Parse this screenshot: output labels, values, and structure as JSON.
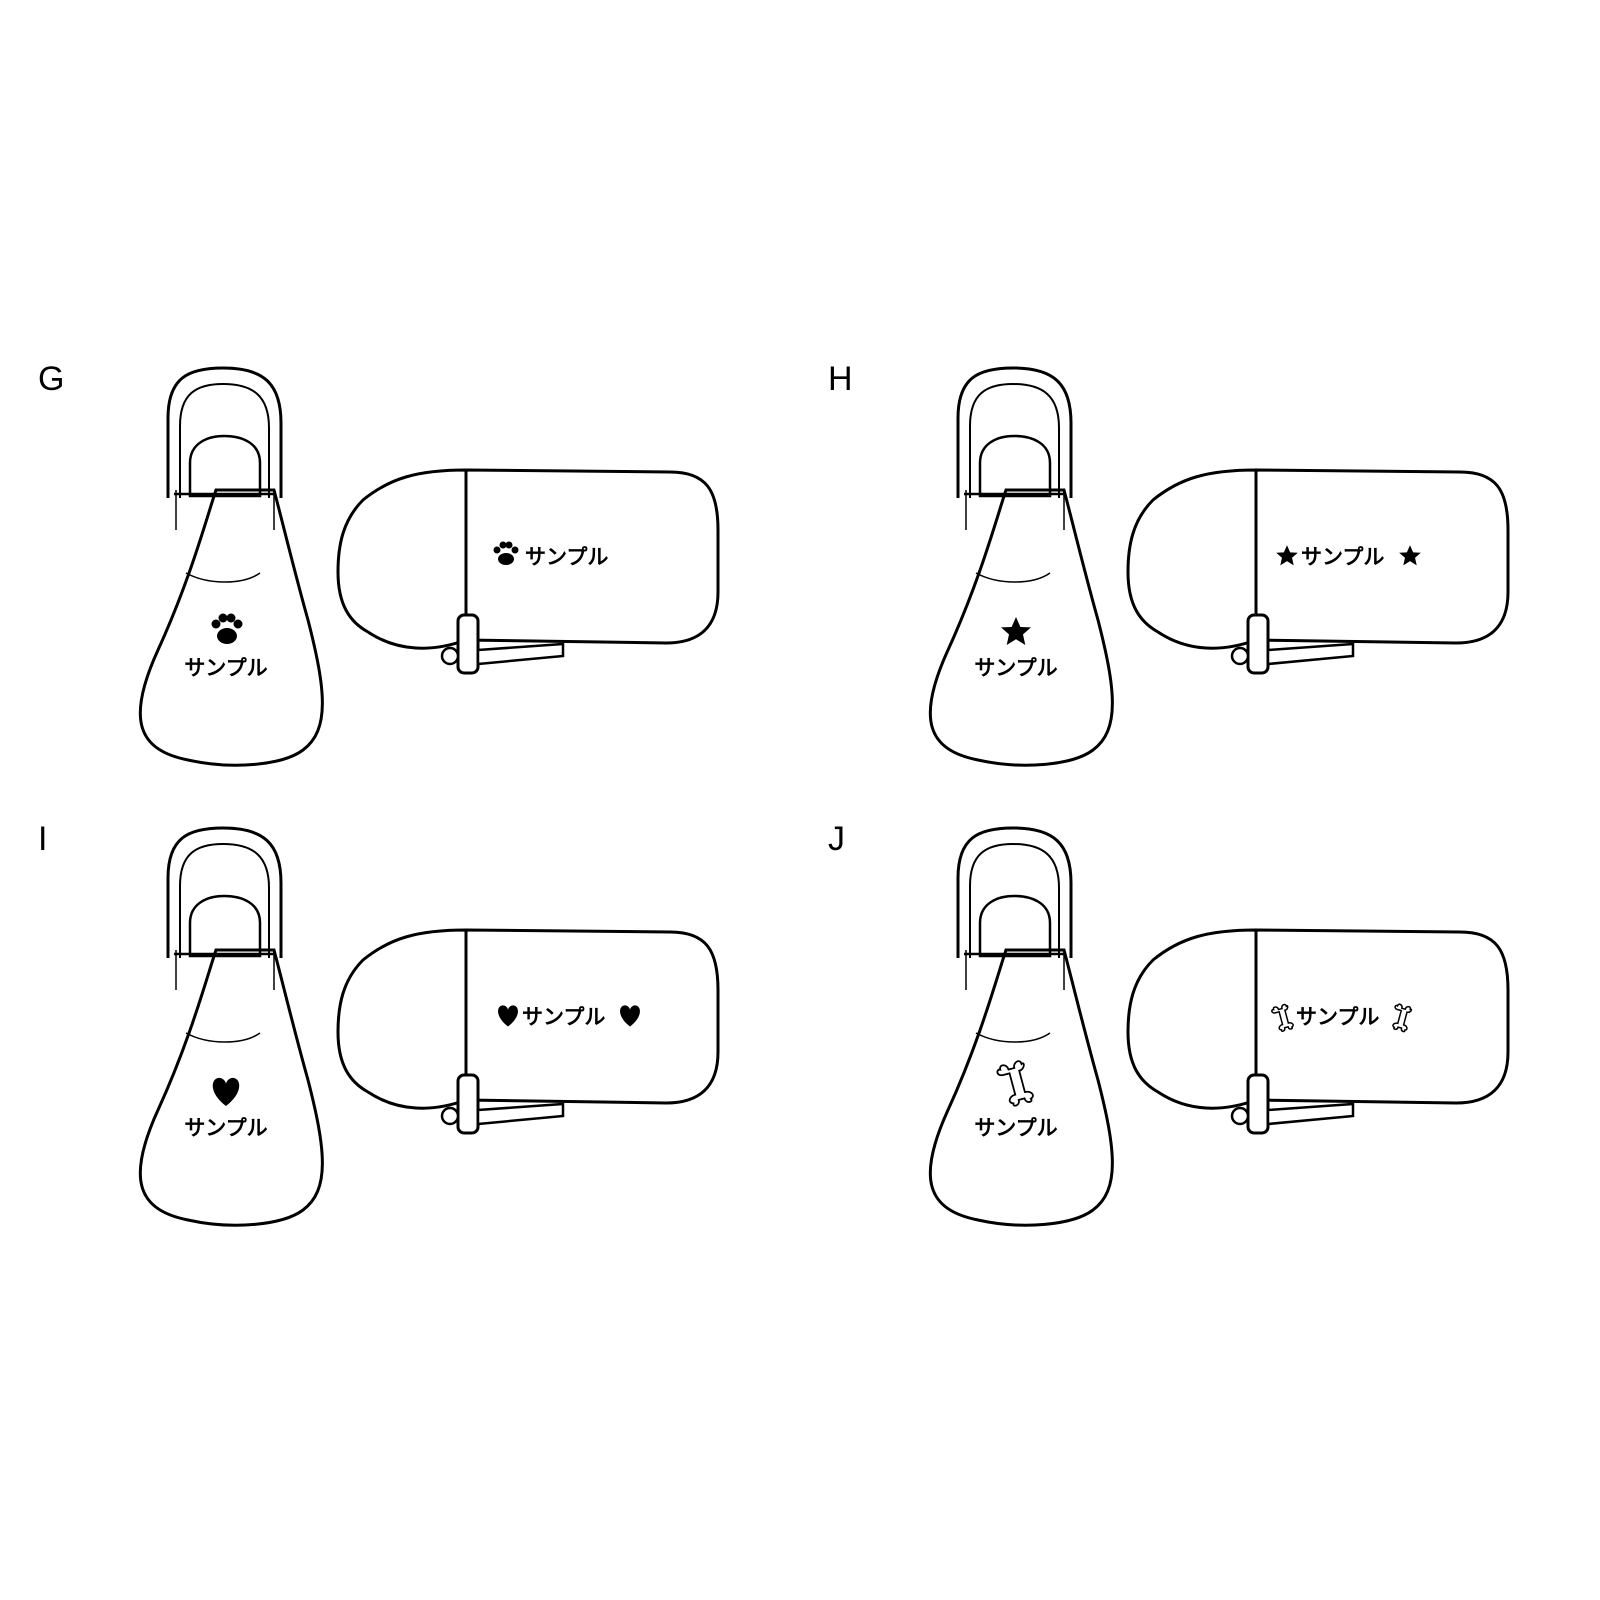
{
  "colors": {
    "stroke": "#000000",
    "background": "#ffffff"
  },
  "sample_text": "サンプル",
  "variants": [
    {
      "letter": "G",
      "icon": "paw-icon",
      "front_text": "サンプル",
      "side_text": "サンプル",
      "side_icon_both_ends": false
    },
    {
      "letter": "H",
      "icon": "star-icon",
      "front_text": "サンプル",
      "side_text": "サンプル",
      "side_icon_both_ends": true
    },
    {
      "letter": "I",
      "icon": "heart-icon",
      "front_text": "サンプル",
      "side_text": "サンプル",
      "side_icon_both_ends": true
    },
    {
      "letter": "J",
      "icon": "bone-icon",
      "front_text": "サンプル",
      "side_text": "サンプル",
      "side_icon_both_ends": true
    }
  ]
}
